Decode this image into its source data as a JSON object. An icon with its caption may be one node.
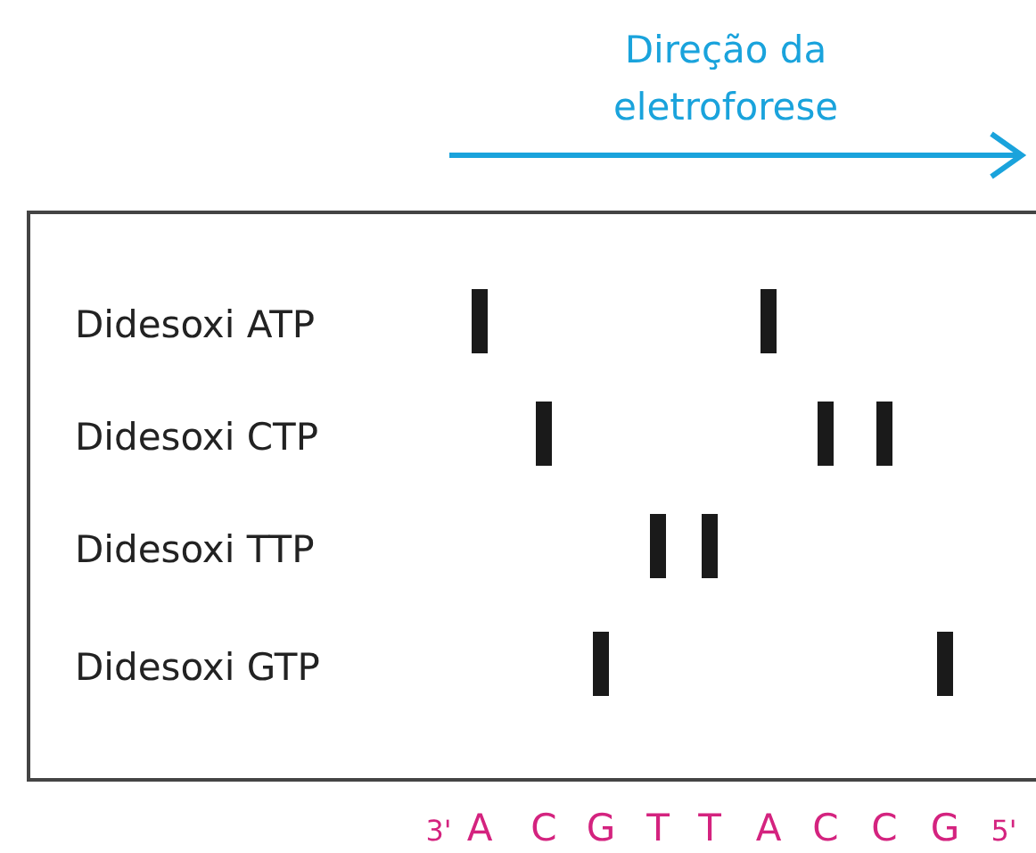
{
  "diagram": {
    "nodes": [
      {
        "text": [
          "Didesoxi ATP",
          "Didesoxi CTP",
          "Didesoxi TTP",
          "Didesoxi GTP"
        ]
      }
    ],
    "labels": [
      "Direção da eletroforese",
      "3'",
      "A",
      "C",
      "G",
      "T",
      "T",
      "A",
      "C",
      "C",
      "G",
      "5'"
    ]
  }
}
